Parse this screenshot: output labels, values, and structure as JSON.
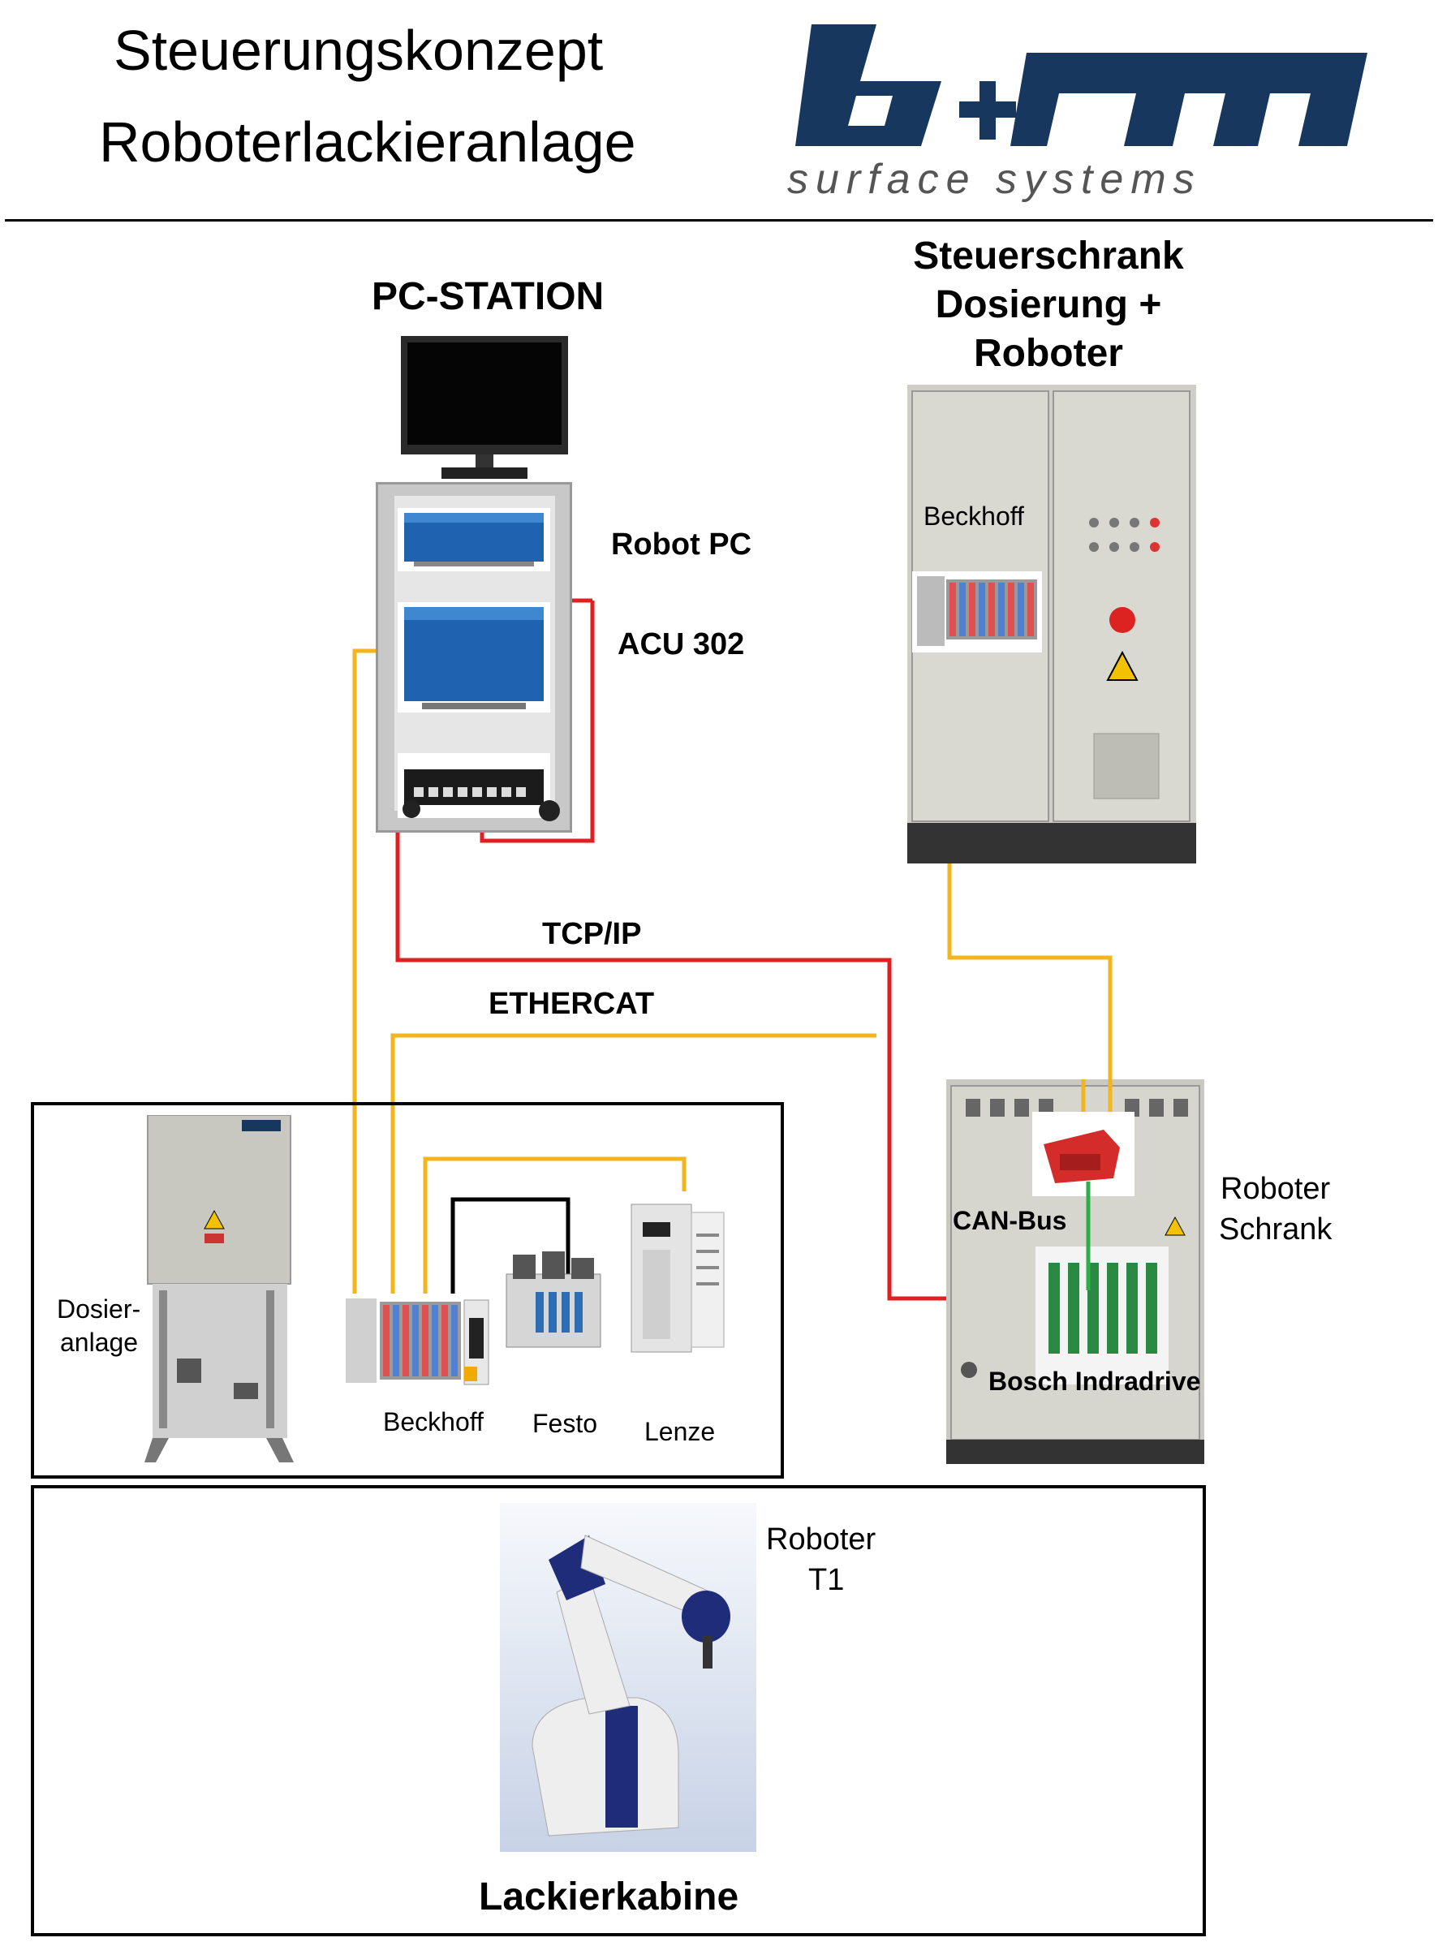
{
  "title": {
    "line1": "Steuerungskonzept",
    "line2": "Roboterlackieranlage"
  },
  "logo": {
    "mark": "b+m",
    "tagline": "surface systems",
    "brand_color": "#17375e"
  },
  "nodes": {
    "pc_station": "PC-STATION",
    "robot_pc": "Robot PC",
    "acu": "ACU 302",
    "steuerschrank_line1": "Steuerschrank",
    "steuerschrank_line2": "Dosierung +",
    "steuerschrank_line3": "Roboter",
    "beckhoff_cabinet": "Beckhoff",
    "dosieranlage_line1": "Dosier-",
    "dosieranlage_line2": "anlage",
    "beckhoff": "Beckhoff",
    "festo": "Festo",
    "lenze": "Lenze",
    "roboter_schrank_line1": "Roboter",
    "roboter_schrank_line2": "Schrank",
    "can_bus": "CAN-Bus",
    "bosch": "Bosch Indradrive",
    "roboter_t1_line1": "Roboter",
    "roboter_t1_line2": "T1",
    "lackierkabine": "Lackierkabine"
  },
  "connections": {
    "tcpip": "TCP/IP",
    "ethercat": "ETHERCAT"
  },
  "colors": {
    "tcpip": "#e02020",
    "ethercat": "#f2b51c",
    "canbus": "#2eae49",
    "wire": "#000000"
  }
}
